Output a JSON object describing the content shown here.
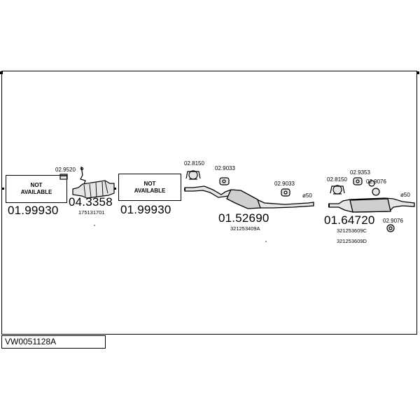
{
  "catalog_code": "VW0051128A",
  "not_available_box": {
    "line1": "NOT",
    "line2": "AVAILABLE"
  },
  "parts": {
    "front_pipe_na": "01.99930",
    "catalyst": "04.3358",
    "catalyst_oem": "175131701",
    "catalyst_gasket": "02.9520",
    "middle_na": "01.99930",
    "middle_silencer": "01.52690",
    "middle_silencer_oem": "321253409A",
    "clamp_a": "02.8150",
    "hanger_a": "02.9033",
    "hanger_b": "02.9033",
    "diameter_a": "ø50",
    "rear_silencer": "01.64720",
    "rear_silencer_oem_1": "321253609C",
    "rear_silencer_oem_2": "321253609D",
    "clamp_b": "02.8150",
    "hanger_c": "02.9353",
    "hanger_d": "02.9076",
    "hanger_e": "02.9076",
    "diameter_b": "ø50"
  }
}
